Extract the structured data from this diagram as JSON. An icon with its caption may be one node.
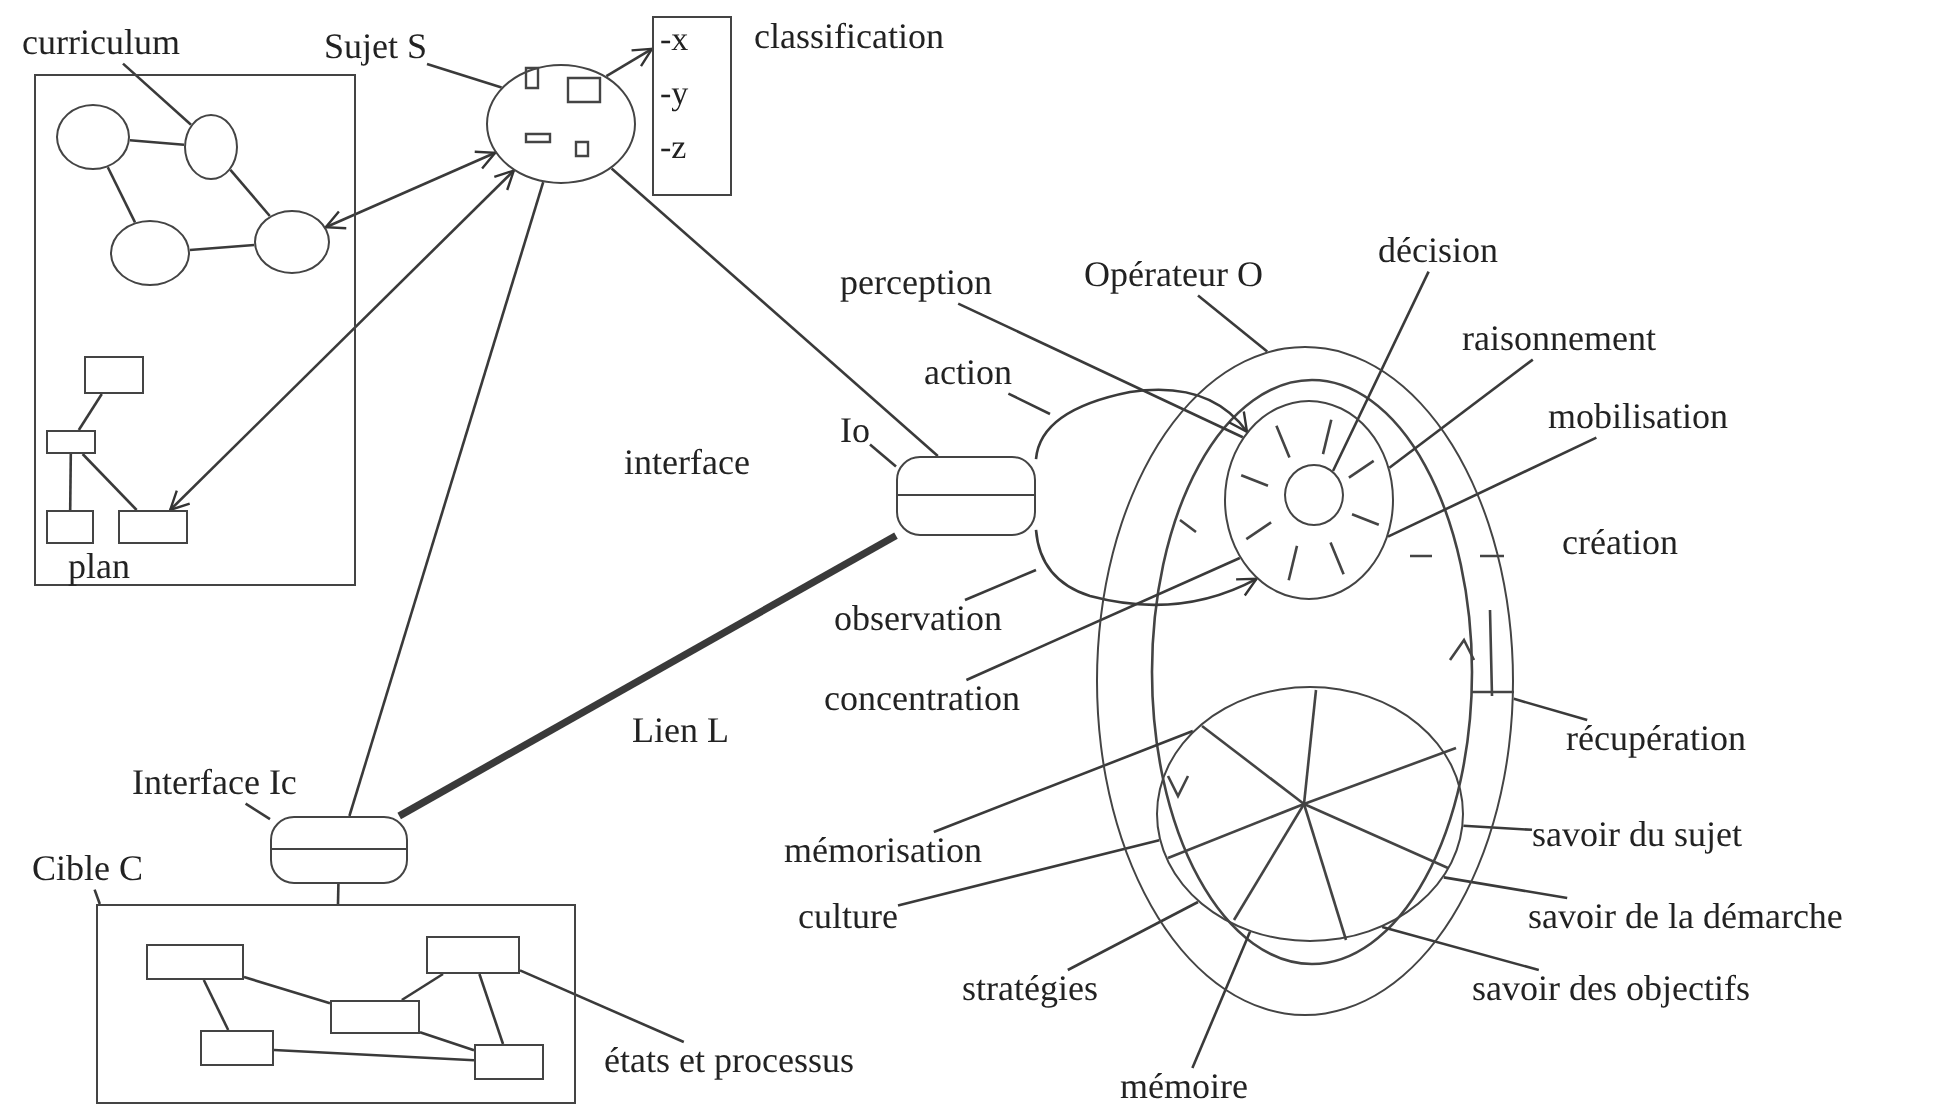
{
  "diagram": {
    "nodes": [
      {
        "text": [],
        "shape": "box"
      },
      {
        "text": [],
        "shape": "circle",
        "in": 0
      },
      {
        "text": [],
        "shape": "circle",
        "in": 0
      },
      {
        "text": [],
        "shape": "circle",
        "in": 0
      },
      {
        "text": [],
        "shape": "circle",
        "in": 0
      },
      {
        "text": [],
        "shape": "box",
        "in": 0
      },
      {
        "text": [],
        "shape": "box",
        "in": 0
      },
      {
        "text": [],
        "shape": "box",
        "in": 0
      },
      {
        "text": [],
        "shape": "box",
        "in": 0
      },
      {
        "text": [
          "curriculum"
        ]
      },
      {
        "text": [
          "Sujet  S"
        ]
      },
      {
        "text": [],
        "shape": "circle"
      },
      {
        "text": [
          "-x",
          "-y",
          "-z"
        ],
        "beside": [
          "classification"
        ]
      },
      {
        "text": [
          "Io"
        ]
      },
      {
        "text": [],
        "shape": "box"
      },
      {
        "text": [
          "Interface Ic"
        ]
      },
      {
        "text": [],
        "shape": "box"
      },
      {
        "text": [
          "Cible C"
        ]
      },
      {
        "text": [],
        "shape": "box"
      },
      {
        "text": [],
        "shape": "box",
        "in": 18
      },
      {
        "text": [],
        "shape": "box",
        "in": 18
      },
      {
        "text": [],
        "shape": "box",
        "in": 18
      },
      {
        "text": [],
        "shape": "box",
        "in": 18
      },
      {
        "text": [],
        "shape": "box",
        "in": 18
      },
      {
        "text": [
          "états et processus"
        ]
      },
      {
        "text": [
          "Opérateur O"
        ]
      },
      {
        "text": [],
        "shape": "circle"
      },
      {
        "text": [],
        "shape": "circle",
        "in": 26
      },
      {
        "text": [],
        "shape": "circle",
        "in": 27
      },
      {
        "text": [],
        "shape": "circle",
        "in": 26
      },
      {
        "text": [
          "perception"
        ]
      },
      {
        "text": [
          "action"
        ]
      },
      {
        "text": [
          "décision"
        ]
      },
      {
        "text": [
          "raisonnement"
        ]
      },
      {
        "text": [
          "mobilisation"
        ]
      },
      {
        "text": [
          "observation"
        ]
      },
      {
        "text": [
          "concentration"
        ]
      },
      {
        "text": [
          "récupération"
        ]
      },
      {
        "text": [
          "savoir du sujet"
        ]
      },
      {
        "text": [
          "mémorisation"
        ]
      },
      {
        "text": [
          "savoir de la démarche"
        ]
      },
      {
        "text": [
          "culture"
        ]
      },
      {
        "text": [
          "stratégies"
        ]
      },
      {
        "text": [
          "savoir des objectifs"
        ]
      },
      {
        "text": [
          "mémoire"
        ]
      }
    ],
    "edges": [
      {
        "from": 1,
        "to": 2,
        "arrow": "none"
      },
      {
        "from": 1,
        "to": 3,
        "arrow": "none"
      },
      {
        "from": 2,
        "to": 4,
        "arrow": "none"
      },
      {
        "from": 3,
        "to": 4,
        "arrow": "none"
      },
      {
        "from": 5,
        "to": 6,
        "arrow": "none"
      },
      {
        "from": 6,
        "to": 7,
        "arrow": "none"
      },
      {
        "from": 6,
        "to": 8,
        "arrow": "none"
      },
      {
        "from": 11,
        "to": 4,
        "arrow": "both"
      },
      {
        "from": 11,
        "to": 8,
        "arrow": "both"
      },
      {
        "from": 11,
        "to": 12,
        "arrow": "to"
      },
      {
        "from": 11,
        "to": 14,
        "arrow": "none"
      },
      {
        "from": 11,
        "to": 16,
        "arrow": "none"
      },
      {
        "from": 14,
        "to": 16,
        "arrow": "none",
        "label": "Lien L",
        "style": "thick"
      },
      {
        "from": 16,
        "to": 18,
        "arrow": "none"
      },
      {
        "from": 19,
        "to": 21,
        "arrow": "none"
      },
      {
        "from": 19,
        "to": 20,
        "arrow": "none"
      },
      {
        "from": 20,
        "to": 23,
        "arrow": "none"
      },
      {
        "from": 21,
        "to": 22,
        "arrow": "none"
      },
      {
        "from": 21,
        "to": 23,
        "arrow": "none"
      },
      {
        "from": 22,
        "to": 23,
        "arrow": "none"
      },
      {
        "from": 9,
        "to": 2,
        "arrow": "none"
      },
      {
        "from": 10,
        "to": 11,
        "arrow": "none"
      },
      {
        "from": 13,
        "to": 14,
        "arrow": "none"
      },
      {
        "from": 15,
        "to": 16,
        "arrow": "none"
      },
      {
        "from": 17,
        "to": 18,
        "arrow": "none"
      },
      {
        "from": 24,
        "to": 22,
        "arrow": "none"
      },
      {
        "from": 25,
        "to": 26,
        "arrow": "none"
      },
      {
        "from": 30,
        "to": 27,
        "arrow": "none"
      },
      {
        "from": 31,
        "to": null,
        "arrow": "none"
      },
      {
        "from": 32,
        "to": 28,
        "arrow": "none"
      },
      {
        "from": 33,
        "to": 27,
        "arrow": "none"
      },
      {
        "from": 34,
        "to": 27,
        "arrow": "none"
      },
      {
        "from": 35,
        "to": null,
        "arrow": "none"
      },
      {
        "from": 36,
        "to": 27,
        "arrow": "none"
      },
      {
        "from": 37,
        "to": 26,
        "arrow": "none"
      },
      {
        "from": 38,
        "to": 29,
        "arrow": "none"
      },
      {
        "from": 39,
        "to": 29,
        "arrow": "none"
      },
      {
        "from": 40,
        "to": 29,
        "arrow": "none"
      },
      {
        "from": 41,
        "to": 29,
        "arrow": "none"
      },
      {
        "from": 42,
        "to": 29,
        "arrow": "none"
      },
      {
        "from": 43,
        "to": 29,
        "arrow": "none"
      },
      {
        "from": 44,
        "to": 29,
        "arrow": "none"
      },
      {
        "from": 14,
        "to": 27,
        "arrow": "to"
      },
      {
        "from": 14,
        "to": 27,
        "arrow": "to"
      }
    ],
    "labels": [
      "plan",
      "interface",
      "création"
    ]
  }
}
